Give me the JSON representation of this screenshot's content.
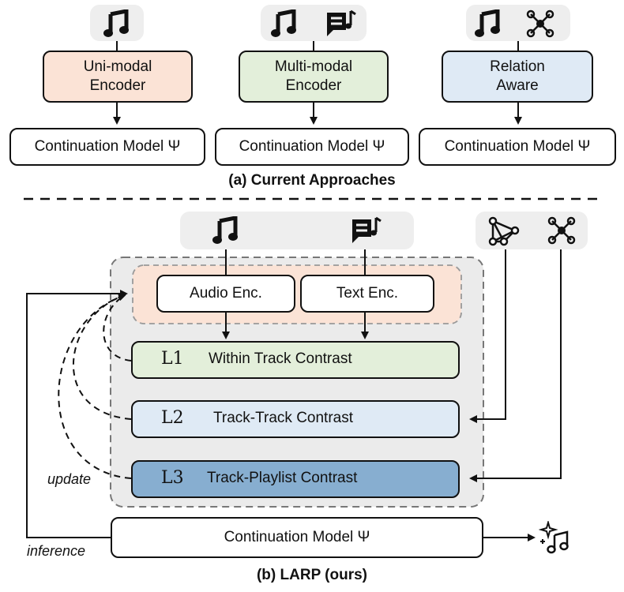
{
  "current_approaches": {
    "caption": "(a) Current Approaches",
    "columns": [
      {
        "icons": [
          "music-note-icon"
        ],
        "encoder": "Uni-modal\nEncoder",
        "encoder_color": "#fbe3d6",
        "model": "Continuation Model Ψ"
      },
      {
        "icons": [
          "music-note-icon",
          "lyrics-icon"
        ],
        "encoder": "Multi-modal\nEncoder",
        "encoder_color": "#e3efda",
        "model": "Continuation Model Ψ"
      },
      {
        "icons": [
          "music-note-icon",
          "graph-icon"
        ],
        "encoder": "Relation\nAware",
        "encoder_color": "#dfeaf5",
        "model": "Continuation Model Ψ"
      }
    ]
  },
  "larp": {
    "caption": "(b) LARP (ours)",
    "audio_encoder": "Audio Enc.",
    "text_encoder": "Text Enc.",
    "losses": [
      {
        "id": "L1",
        "label": "Within Track Contrast",
        "color": "#e3efda"
      },
      {
        "id": "L2",
        "label": "Track-Track Contrast",
        "color": "#dfeaf5"
      },
      {
        "id": "L3",
        "label": "Track-Playlist Contrast",
        "color": "#87aed0"
      }
    ],
    "continuation_model": "Continuation Model Ψ",
    "update_label": "update",
    "inference_label": "inference"
  },
  "colors": {
    "encoder_region": "#fbe3d6",
    "frame_bg": "#ebebeb",
    "icon_pill": "#eeeeee"
  }
}
